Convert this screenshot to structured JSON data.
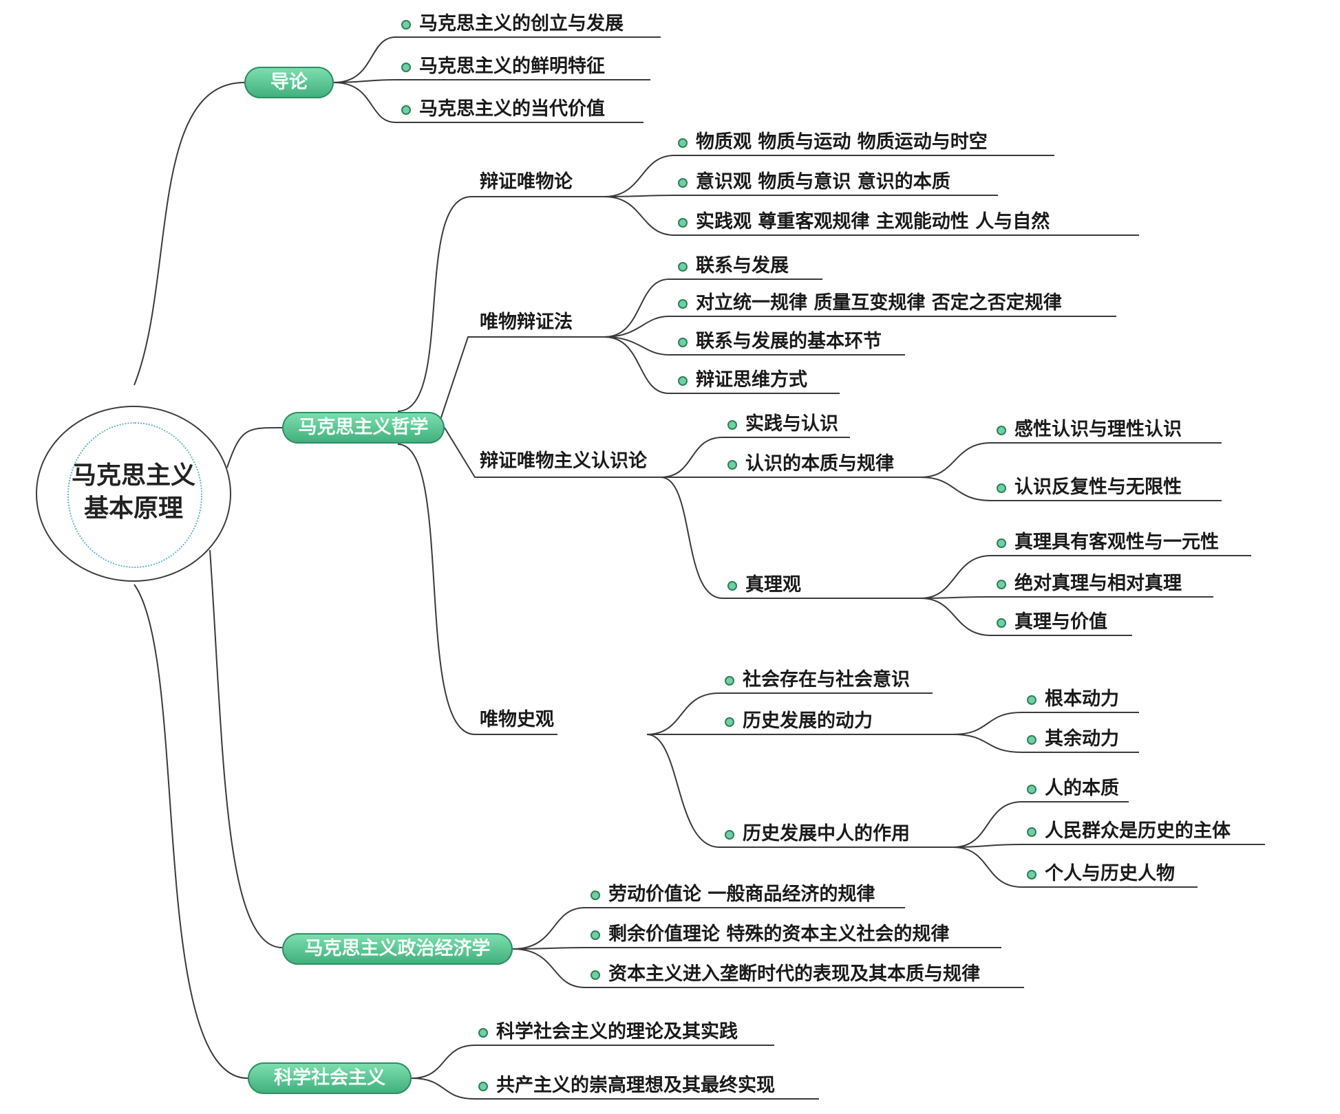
{
  "root": {
    "line1": "马克思主义",
    "line2": "基本原理"
  },
  "daolun": {
    "label": "导论",
    "items": [
      "马克思主义的创立与发展",
      "马克思主义的鲜明特征",
      "马克思主义的当代价值"
    ]
  },
  "philosophy": {
    "label": "马克思主义哲学",
    "dialectical_materialism": {
      "label": "辩证唯物论",
      "items": [
        "物质观  物质与运动   物质运动与时空",
        "意识观  物质与意识   意识的本质",
        "实践观  尊重客观规律   主观能动性   人与自然"
      ]
    },
    "dialectics": {
      "label": "唯物辩证法",
      "items": [
        "联系与发展",
        "对立统一规律   质量互变规律   否定之否定规律",
        "联系与发展的基本环节",
        "辩证思维方式"
      ]
    },
    "epistemology": {
      "label": "辩证唯物主义认识论",
      "practice": "实践与认识",
      "essence": {
        "label": "认识的本质与规律",
        "items": [
          "感性认识与理性认识",
          "认识反复性与无限性"
        ]
      },
      "truth": {
        "label": "真理观",
        "items": [
          "真理具有客观性与一元性",
          "绝对真理与相对真理",
          "真理与价值"
        ]
      }
    },
    "historical_materialism": {
      "label": "唯物史观",
      "social": "社会存在与社会意识",
      "motive": {
        "label": "历史发展的动力",
        "items": [
          "根本动力",
          "其余动力"
        ]
      },
      "people": {
        "label": "历史发展中人的作用",
        "items": [
          "人的本质",
          "人民群众是历史的主体",
          "个人与历史人物"
        ]
      }
    }
  },
  "economics": {
    "label": "马克思主义政治经济学",
    "items": [
      "劳动价值论 一般商品经济的规律",
      "剩余价值理论 特殊的资本主义社会的规律",
      "资本主义进入垄断时代的表现及其本质与规律"
    ]
  },
  "socialism": {
    "label": "科学社会主义",
    "items": [
      "科学社会主义的理论及其实践",
      "共产主义的崇高理想及其最终实现"
    ]
  },
  "colors": {
    "pill_top": "#7fe0b0",
    "pill_bottom": "#3fae7c",
    "bullet": "#6fd0a2",
    "line": "#3a3a3a"
  }
}
